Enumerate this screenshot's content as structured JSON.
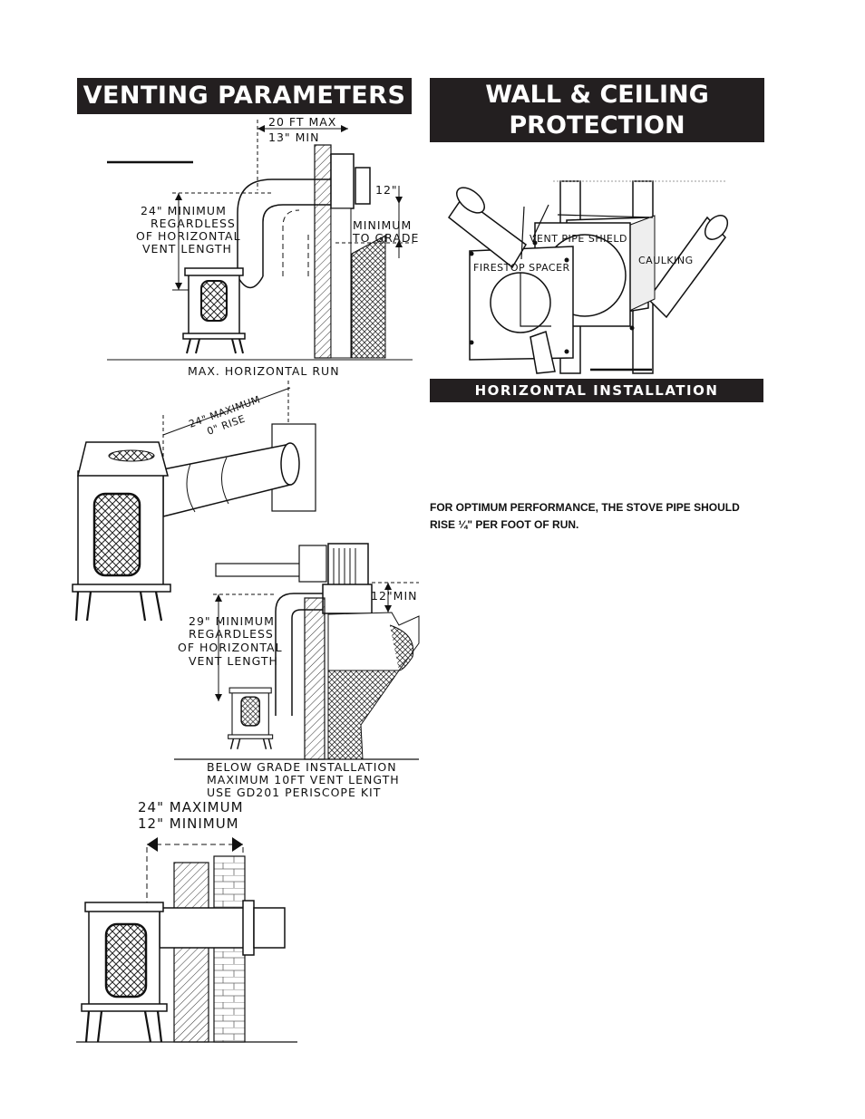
{
  "headings": {
    "venting": "VENTING PARAMETERS",
    "wall_line1": "WALL & CEILING",
    "wall_line2": "PROTECTION",
    "horizontal": "HORIZONTAL INSTALLATION"
  },
  "note": "FOR OPTIMUM PERFORMANCE, THE STOVE PIPE SHOULD RISE ¼\" PER FOOT OF RUN.",
  "diagram1": {
    "top_line1": "20  FT  MAX",
    "top_line2": "13\"  MIN",
    "left_line1": "24\"  MINIMUM",
    "left_line2": "REGARDLESS",
    "left_line3": "OF  HORIZONTAL",
    "left_line4": "VENT  LENGTH",
    "right_line1": "12\"",
    "right_line2": "MINIMUM",
    "right_line3": "TO  GRADE",
    "bottom": "MAX.  HORIZONTAL  RUN"
  },
  "diagram_shield": {
    "vent_pipe_shield": "VENT  PIPE  SHIELD",
    "firestop_spacer": "FIRESTOP  SPACER",
    "caulking": "CAULKING"
  },
  "diagram2": {
    "line1": "24\" MAXIMUM",
    "line2": "0\" RISE"
  },
  "diagram3": {
    "min": "12\"MIN",
    "left_line1": "29\"  MINIMUM",
    "left_line2": "REGARDLESS",
    "left_line3": "OF  HORIZONTAL",
    "left_line4": "VENT  LENGTH",
    "bottom_line1": "BELOW  GRADE  INSTALLATION",
    "bottom_line2": "MAXIMUM  10FT  VENT  LENGTH",
    "bottom_line3": "USE  GD201  PERISCOPE  KIT"
  },
  "diagram4": {
    "line1": "24\"  MAXIMUM",
    "line2": "12\"  MINIMUM"
  }
}
